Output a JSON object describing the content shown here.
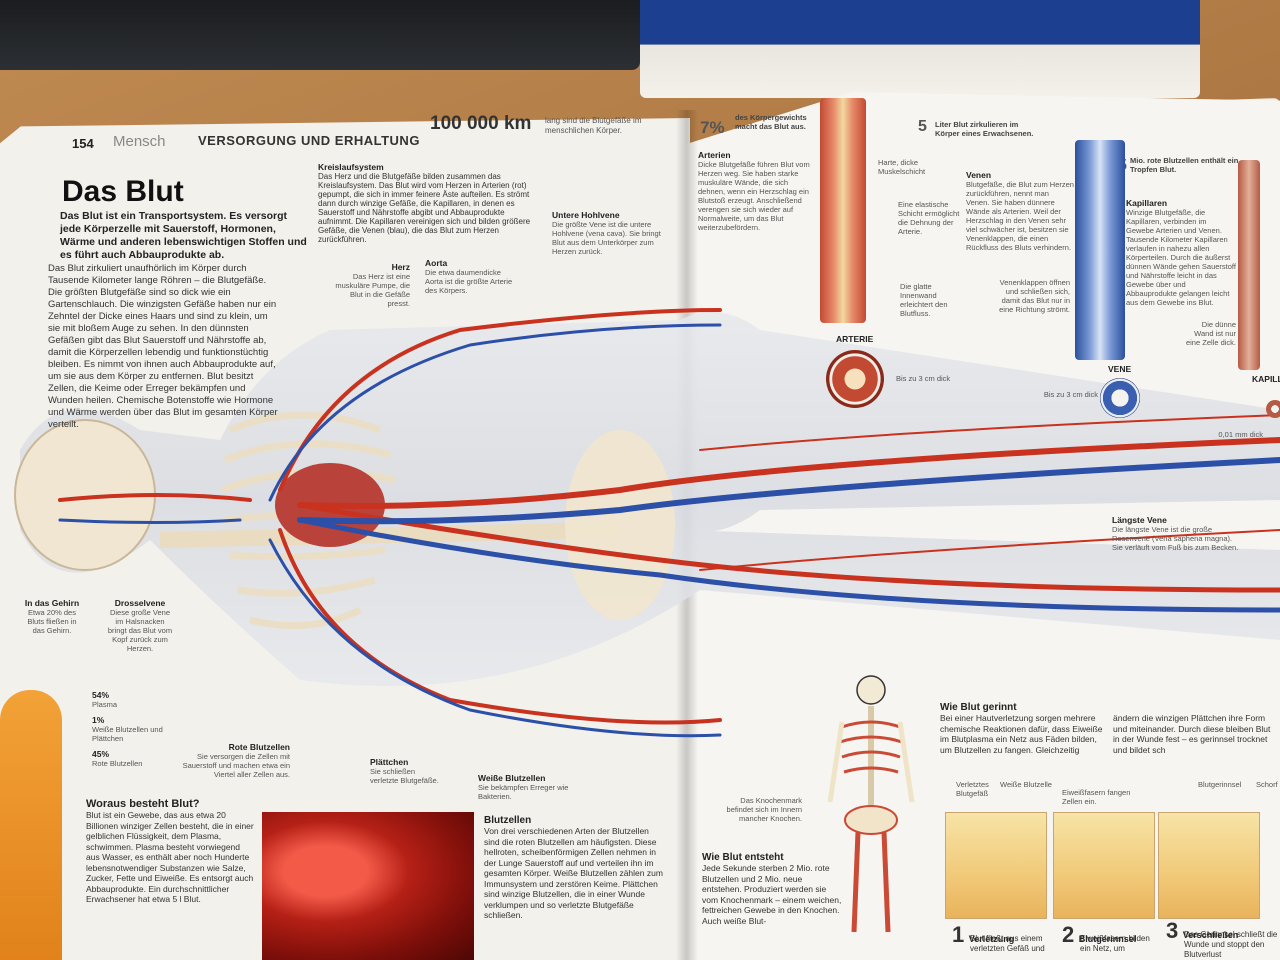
{
  "header": {
    "page_number": "154",
    "section": "Mensch",
    "subsection": "VERSORGUNG UND ERHALTUNG",
    "stat_value": "100 000 km",
    "stat_text": "lang sind die Blutgefäße im menschlichen Körper."
  },
  "title": "Das Blut",
  "intro": "Das Blut ist ein Transportsystem. Es versorgt jede Körperzelle mit Sauerstoff, Hormonen, Wärme und anderen lebenswichtigen Stoffen und es führt auch Abbauprodukte ab.",
  "body_text": "Das Blut zirkuliert unaufhörlich im Körper durch Tausende Kilometer lange Röhren – die Blutgefäße. Die größten Blutgefäße sind so dick wie ein Gartenschlauch. Die winzigsten Gefäße haben nur ein Zehntel der Dicke eines Haars und sind zu klein, um sie mit bloßem Auge zu sehen. In den dünnsten Gefäßen gibt das Blut Sauerstoff und Nährstoffe ab, damit die Körperzellen lebendig und funktionstüchtig bleiben. Es nimmt von ihnen auch Abbauprodukte auf, um sie aus dem Körper zu entfernen. Blut besitzt Zellen, die Keime oder Erreger bekämpfen und Wunden heilen. Chemische Botenstoffe wie Hormone und Wärme werden über das Blut im gesamten Körper verteilt.",
  "kreislauf": {
    "heading": "Kreislaufsystem",
    "text": "Das Herz und die Blutgefäße bilden zusammen das Kreislaufsystem. Das Blut wird vom Herzen in Arterien (rot) gepumpt, die sich in immer feinere Äste aufteilen. Es strömt dann durch winzige Gefäße, die Kapillaren, in denen es Sauerstoff und Nährstoffe abgibt und Abbauprodukte aufnimmt. Die Kapillaren vereinigen sich und bilden größere Gefäße, die Venen (blau), die das Blut zum Herzen zurückführen."
  },
  "labels": {
    "herz": {
      "h": "Herz",
      "t": "Das Herz ist eine muskuläre Pumpe, die Blut in die Gefäße presst."
    },
    "aorta": {
      "h": "Aorta",
      "t": "Die etwa daumendicke Aorta ist die größte Arterie des Körpers."
    },
    "hohlvene": {
      "h": "Untere Hohlvene",
      "t": "Die größte Vene ist die untere Hohlvene (vena cava). Sie bringt Blut aus dem Unterkörper zum Herzen zurück."
    },
    "gehirn": {
      "h": "In das Gehirn",
      "t": "Etwa 20% des Bluts fließen in das Gehirn."
    },
    "drossel": {
      "h": "Drosselvene",
      "t": "Diese große Vene im Halsnacken bringt das Blut vom Kopf zurück zum Herzen."
    },
    "laengste": {
      "h": "Längste Vene",
      "t": "Die längste Vene ist die große Rosenvene (Vena saphena magna). Sie verläuft vom Fuß bis zum Becken."
    }
  },
  "composition": [
    {
      "value": "54%",
      "label": "Plasma"
    },
    {
      "value": "1%",
      "label": "Weiße Blutzellen und Plättchen"
    },
    {
      "value": "45%",
      "label": "Rote Blutzellen"
    }
  ],
  "blood_parts": {
    "heading": "Woraus besteht Blut?",
    "text": "Blut ist ein Gewebe, das aus etwa 20 Billionen winziger Zellen besteht, die in einer gelblichen Flüssigkeit, dem Plasma, schwimmen. Plasma besteht vorwiegend aus Wasser, es enthält aber noch Hunderte lebensnotwendiger Substanzen wie Salze, Zucker, Fette und Eiweiße. Es entsorgt auch Abbauprodukte. Ein durchschnittlicher Erwachsener hat etwa 5 l Blut."
  },
  "cells": {
    "rote": {
      "h": "Rote Blutzellen",
      "t": "Sie versorgen die Zellen mit Sauerstoff und machen etwa ein Viertel aller Zellen aus."
    },
    "plaettchen": {
      "h": "Plättchen",
      "t": "Sie schließen verletzte Blutgefäße."
    },
    "weisse": {
      "h": "Weiße Blutzellen",
      "t": "Sie bekämpfen Erreger wie Bakterien."
    }
  },
  "blutzellen": {
    "heading": "Blutzellen",
    "text": "Von drei verschiedenen Arten der Blutzellen sind die roten Blutzellen am häufigsten. Diese hellroten, scheibenförmigen Zellen nehmen in der Lunge Sauerstoff auf und verteilen ihn im gesamten Körper. Weiße Blutzellen zählen zum Immunsystem und zerstören Keime. Plättchen sind winzige Blutzellen, die in einer Wunde verklumpen und so verletzte Blutgefäße schließen."
  },
  "right": {
    "stat1_value": "7%",
    "stat1_text": "des Körpergewichts macht das Blut aus.",
    "stat2_value": "5",
    "stat2_text": "Liter Blut zirkulieren im Körper eines Erwachsenen.",
    "stat3_value": "5",
    "stat3_text": "Mio. rote Blutzellen enthält ein Tropfen Blut.",
    "arterien": {
      "h": "Arterien",
      "t": "Dicke Blutgefäße führen Blut vom Herzen weg. Sie haben starke muskuläre Wände, die sich dehnen, wenn ein Herzschlag ein Blutstoß erzeugt. Anschließend verengen sie sich wieder auf Normalweite, um das Blut weiterzubefördern."
    },
    "venen": {
      "h": "Venen",
      "t": "Blutgefäße, die Blut zum Herzen zurückführen, nennt man Venen. Sie haben dünnere Wände als Arterien. Weil der Herzschlag in den Venen sehr viel schwächer ist, besitzen sie Venenklappen, die einen Rückfluss des Bluts verhindern."
    },
    "kapillaren": {
      "h": "Kapillaren",
      "t": "Winzige Blutgefäße, die Kapillaren, verbinden im Gewebe Arterien und Venen. Tausende Kilometer Kapillaren verlaufen in nahezu allen Körperteilen. Durch die äußerst dünnen Wände gehen Sauerstoff und Nährstoffe leicht in das Gewebe über und Abbauprodukte gelangen leicht aus dem Gewebe ins Blut."
    },
    "harte": "Harte, dicke Muskelschicht",
    "elastisch": "Eine elastische Schicht ermöglicht die Dehnung der Arterie.",
    "glatte": "Die glatte Innenwand erleichtert den Blutfluss.",
    "klappen": "Venenklappen öffnen und schließen sich, damit das Blut nur in eine Richtung strömt.",
    "duenne": "Die dünne Wand ist nur eine Zelle dick.",
    "arterie_label": "ARTERIE",
    "vene_label": "VENE",
    "kap_label": "KAPILL",
    "arterie_size": "Bis zu 3 cm dick",
    "vene_size": "Bis zu 3 cm dick",
    "kap_size": "0,01 mm dick",
    "knochenmark": "Das Knochenmark befindet sich im Innern mancher Knochen.",
    "entsteht": {
      "h": "Wie Blut entsteht",
      "t": "Jede Sekunde sterben 2 Mio. rote Blutzellen und 2 Mio. neue entstehen. Produziert werden sie vom Knochenmark – einem weichen, fettreichen Gewebe in den Knochen. Auch weiße Blut-"
    },
    "gerinnt": {
      "h": "Wie Blut gerinnt",
      "t": "Bei einer Hautverletzung sorgen mehrere chemische Reaktionen dafür, dass Eiweiße im Blutplasma ein Netz aus Fäden bilden, um Blutzellen zu fangen. Gleichzeitig ändern die winzigen Plättchen ihre Form und miteinander. Durch diese bleiben Blut in der Wunde fest – es gerinnsel trocknet und bildet sch"
    },
    "stage_labels": {
      "verletztes": "Verletztes Blutgefäß",
      "weisse": "Weiße Blutzelle",
      "eiweiss": "Eiweißfasern fangen Zellen ein.",
      "gerinnsel": "Blutgerinnsel",
      "schorf": "Schorf"
    },
    "stages": [
      {
        "n": "1",
        "h": "Verletzung",
        "t": "Blut fließt aus einem verletzten Gefäß und"
      },
      {
        "n": "2",
        "h": "Blutgerinnsel",
        "t": "Eiweißfasern bilden ein Netz, um"
      },
      {
        "n": "3",
        "h": "Verschließen",
        "t": "Das Gerinnsel schließt die Wunde und stoppt den Blutverlust"
      }
    ]
  },
  "colors": {
    "artery": "#c8321e",
    "vein": "#2c4fa8",
    "page": "#f3f1ec",
    "plasma": "#f2a238"
  }
}
